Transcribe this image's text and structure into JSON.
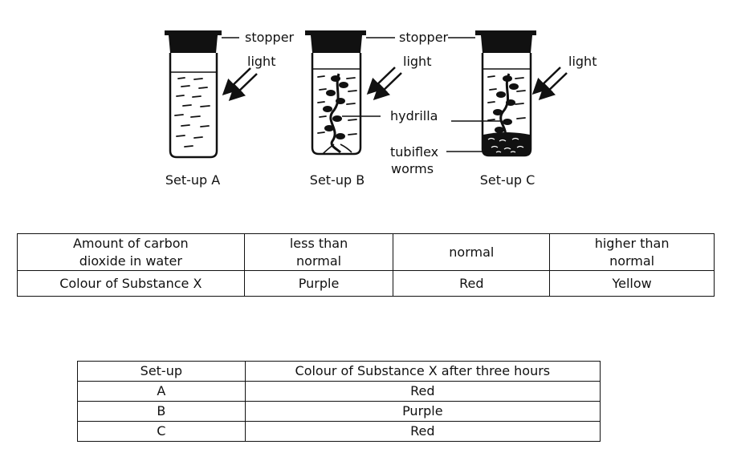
{
  "diagram": {
    "labels": {
      "stopper_a": "stopper",
      "stopper_b": "stopper",
      "light_a": "light",
      "light_b": "light",
      "light_c": "light",
      "hydrilla": "hydrilla",
      "tubiflex_line1": "tubiflex",
      "tubiflex_line2": "worms"
    },
    "captions": [
      "Set-up A",
      "Set-up B",
      "Set-up C"
    ]
  },
  "indicator_table": {
    "rows": [
      {
        "header": [
          "Amount of carbon",
          "dioxide in water"
        ],
        "cells": [
          [
            "less than",
            "normal"
          ],
          [
            "normal"
          ],
          [
            "higher than",
            "normal"
          ]
        ]
      },
      {
        "header": [
          "Colour of Substance X"
        ],
        "cells": [
          [
            "Purple"
          ],
          [
            "Red"
          ],
          [
            "Yellow"
          ]
        ]
      }
    ]
  },
  "results_table": {
    "columns": [
      "Set-up",
      "Colour of Substance X after three hours"
    ],
    "rows": [
      [
        "A",
        "Red"
      ],
      [
        "B",
        "Purple"
      ],
      [
        "C",
        "Red"
      ]
    ]
  }
}
